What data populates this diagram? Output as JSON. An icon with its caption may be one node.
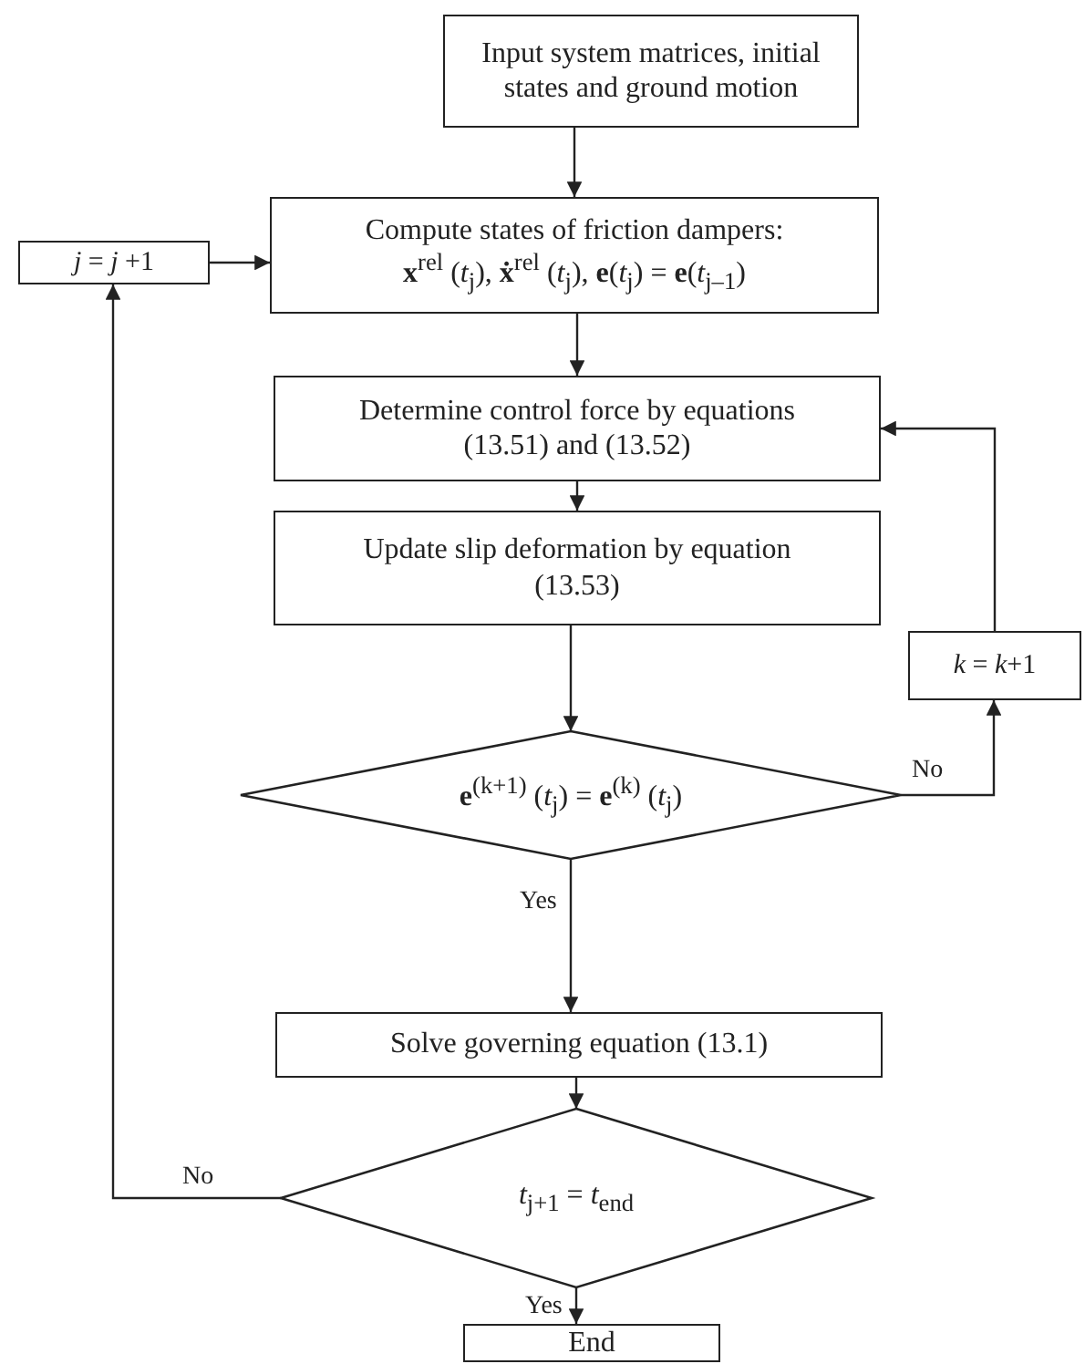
{
  "diagram": {
    "nodes": [
      {
        "text": [
          "Input system matrices, initial states and ground motion"
        ]
      },
      {
        "text": [
          "Compute states of friction dampers:",
          "**x**$^{rel}$ (*t*$_{j}$), **ẋ**$^{rel}$ (*t*$_{j}$), **e**(*t*$_{j}$) = **e**(*t*$_{j–1}$)"
        ]
      },
      {
        "text": [
          "*j* = *j* +1"
        ]
      },
      {
        "text": [
          "Determine control force by equations (13.51) and (13.52)"
        ]
      },
      {
        "text": [
          "Update slip deformation by equation (13.53)"
        ]
      },
      {
        "text": [
          "*k* = *k*+1"
        ]
      },
      {
        "text": [
          "**e**$^{(k+1)}$ (*t*$_{j}$) = **e**$^{(k)}$ (*t*$_{j}$)"
        ]
      },
      {
        "text": [
          "Solve governing equation (13.1)"
        ]
      },
      {
        "text": [
          "*t*$_{j+1}$ = *t*$_{end}$"
        ]
      },
      {
        "text": [
          "End"
        ]
      }
    ],
    "edges": [
      {
        "from": 0,
        "to": 1,
        "arrow": "to"
      },
      {
        "from": 1,
        "to": 3,
        "arrow": "to"
      },
      {
        "from": 3,
        "to": 4,
        "arrow": "to"
      },
      {
        "from": 4,
        "to": 6,
        "arrow": "to"
      },
      {
        "from": 6,
        "to": 7,
        "arrow": "to",
        "label": "Yes"
      },
      {
        "from": 6,
        "to": 5,
        "arrow": "to",
        "label": "No"
      },
      {
        "from": 5,
        "to": 3,
        "arrow": "to"
      },
      {
        "from": 7,
        "to": 8,
        "arrow": "to"
      },
      {
        "from": 8,
        "to": 9,
        "arrow": "to",
        "label": "Yes"
      },
      {
        "from": 8,
        "to": 2,
        "arrow": "to",
        "label": "No"
      },
      {
        "from": 2,
        "to": 1,
        "arrow": "to"
      }
    ]
  }
}
